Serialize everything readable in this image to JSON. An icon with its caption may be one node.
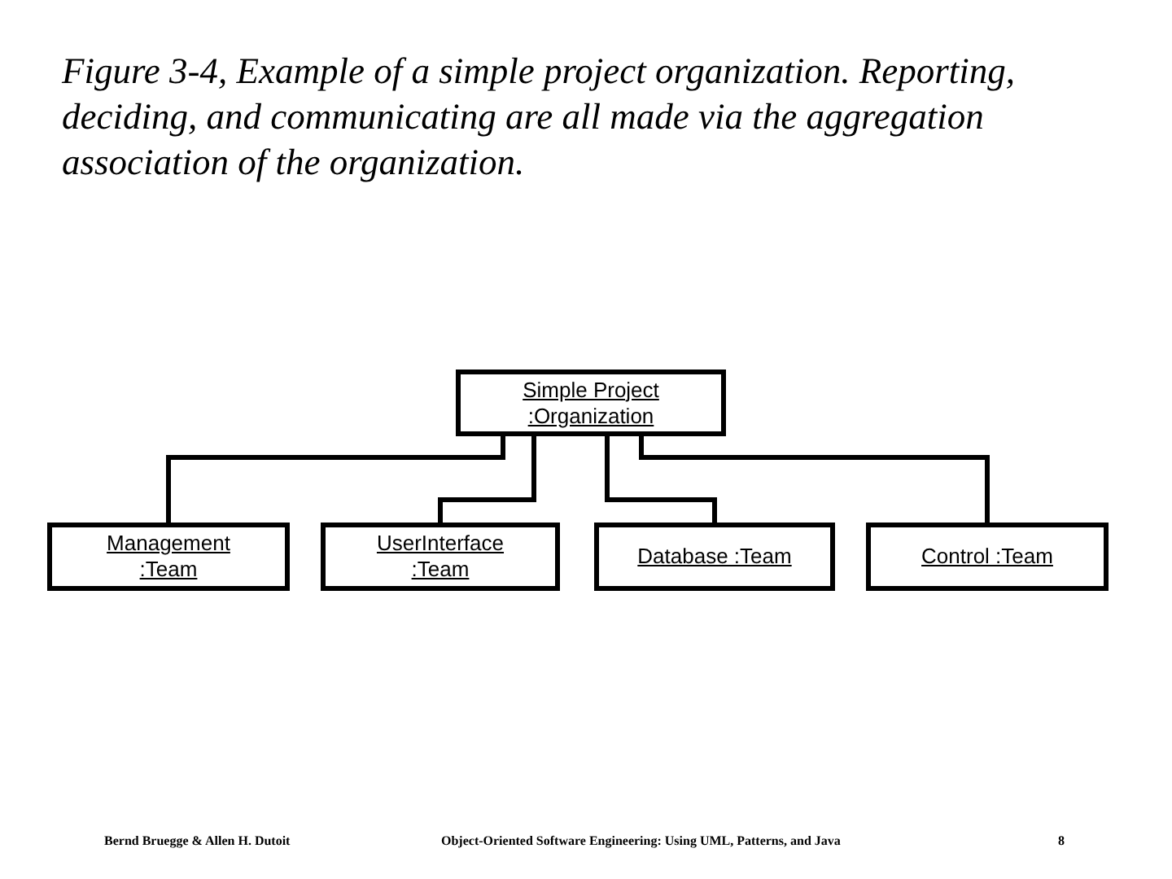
{
  "diagram": {
    "title": "Figure 3-4, Example of a simple project organization. Reporting, deciding, and communicating are all made via the aggregation association of the organization.",
    "nodes": [
      {
        "text": [
          "Simple Project :Organization"
        ]
      },
      {
        "text": [
          "Management :Team"
        ]
      },
      {
        "text": [
          "UserInterface :Team"
        ]
      },
      {
        "text": [
          "Database :Team"
        ]
      },
      {
        "text": [
          "Control :Team"
        ]
      }
    ],
    "edges": [
      {
        "from": 0,
        "to": 1,
        "arrow": "none"
      },
      {
        "from": 0,
        "to": 2,
        "arrow": "none"
      },
      {
        "from": 0,
        "to": 3,
        "arrow": "none"
      },
      {
        "from": 0,
        "to": 4,
        "arrow": "none"
      }
    ],
    "labels": [
      "Bernd Bruegge & Allen H. Dutoit",
      "Object-Oriented Software Engineering: Using UML, Patterns, and Java",
      "8"
    ]
  }
}
